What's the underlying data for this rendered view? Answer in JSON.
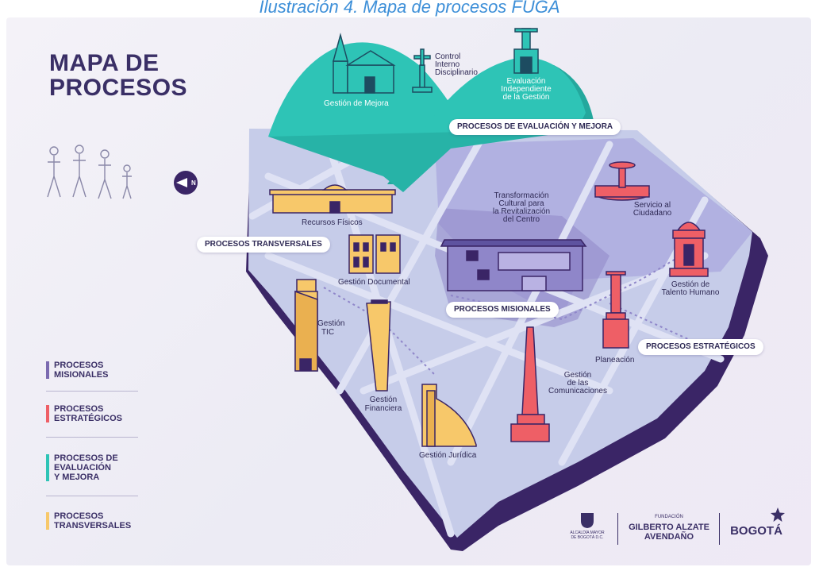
{
  "caption": "Ilustración 4. Mapa de procesos FUGA",
  "title": "MAPA DE PROCESOS",
  "title_lines": [
    "MAPA DE",
    "PROCESOS"
  ],
  "compass": "N",
  "colors": {
    "misionales": "#7b6ab0",
    "estrategicos": "#ee5f66",
    "evaluacion": "#2ec4b6",
    "transversales": "#f7c86a",
    "map_fill": "#c5cbe8",
    "border": "#3a2566",
    "title": "#3a2f66"
  },
  "hill_labels": {
    "gestion_mejora": "Gestión de Mejora",
    "control_interno": "Control\nInterno\nDisciplinario",
    "evaluacion_independiente": "Evaluación\nIndependiente\nde la Gestión"
  },
  "pills": {
    "evaluacion": "PROCESOS DE EVALUACIÓN Y MEJORA",
    "transversales": "PROCESOS TRANSVERSALES",
    "misionales": "PROCESOS MISIONALES",
    "estrategicos": "PROCESOS ESTRATÉGICOS"
  },
  "building_labels": {
    "recursos_fisicos": "Recursos Físicos",
    "gestion_documental": "Gestión Documental",
    "gestion_tic": "Gestión\nTIC",
    "gestion_financiera": "Gestión\nFinanciera",
    "gestion_juridica": "Gestión Jurídica",
    "transformacion": "Transformación\nCultural para\nla Revitalización\ndel Centro",
    "servicio_ciudadano": "Servicio al\nCiudadano",
    "talento_humano": "Gestión de\nTalento Humano",
    "planeacion": "Planeación",
    "comunicaciones": "Gestión\nde las\nComunicaciones"
  },
  "legend": [
    {
      "text": "PROCESOS\nMISIONALES",
      "color": "#7b6ab0"
    },
    {
      "text": "PROCESOS\nESTRATÉGICOS",
      "color": "#ee5f66"
    },
    {
      "text": "PROCESOS DE\nEVALUACIÓN\nY MEJORA",
      "color": "#2ec4b6"
    },
    {
      "text": "PROCESOS\nTRANSVERSALES",
      "color": "#f7c86a"
    }
  ],
  "logos": {
    "alcaldia": "ALCALDÍA MAYOR\nDE BOGOTÁ D.C.",
    "fundacion_small": "FUNDACIÓN",
    "fundacion_name": "GILBERTO ALZATE\nAVENDAÑO",
    "bogota": "BOGOTÁ"
  }
}
